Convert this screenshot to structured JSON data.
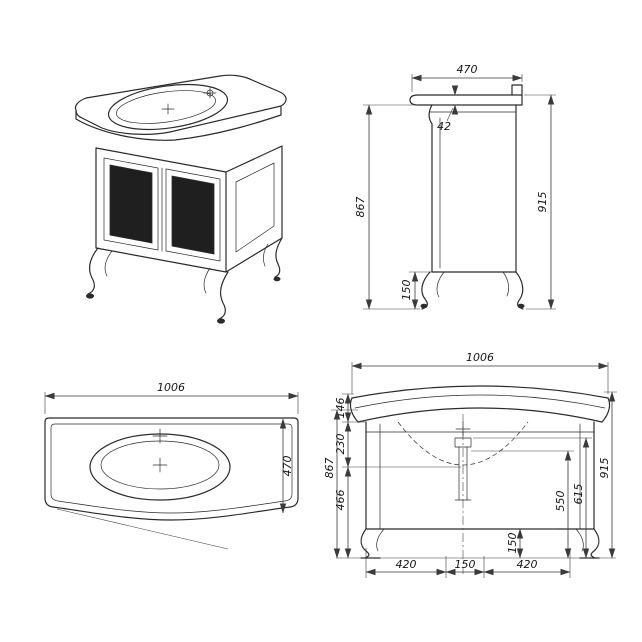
{
  "drawing": {
    "background": "#ffffff",
    "line_color": "#2b2b2b",
    "dim_color": "#3a3a3a"
  },
  "dims": {
    "side_view": {
      "depth": "470",
      "counter_thickness": "42",
      "underside_height": "867",
      "total_height": "915",
      "leg_height": "150"
    },
    "top_view": {
      "width": "1006",
      "depth": "470"
    },
    "front_view": {
      "width": "1006",
      "counter_edge_height": "146",
      "basin_depth": "230",
      "underside_height": "867",
      "lower_height": "466",
      "total_height": "915",
      "drain_line_height": "615",
      "outlet_height": "550",
      "leg_height": "150",
      "bottom_left_span": "420",
      "bottom_center_span": "150",
      "bottom_right_span": "420"
    }
  }
}
